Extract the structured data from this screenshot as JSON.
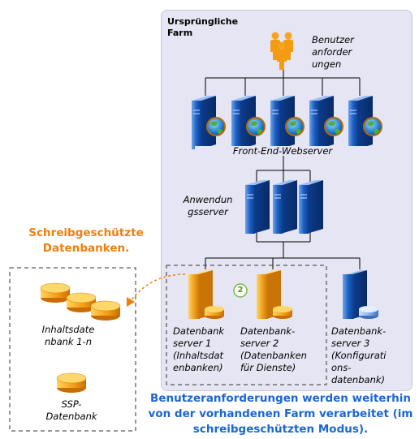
{
  "farm": {
    "title": "Ursprüngliche Farm",
    "users_label": "Benutzer anforder ungen",
    "frontend_label": "Front-End-Webserver",
    "app_label": "Anwendun gsserver",
    "db1_label": "Datenbank server 1 (Inhaltsdat enbanken)",
    "db2_label": "Datenbank-server 2 (Datenbanken für Dienste)",
    "db3_label": "Datenbank-server 3 (Konfigurati ons-datenbank)",
    "step_badge": "2"
  },
  "readonly": {
    "heading": "Schreibgeschützte Datenbanken.",
    "content_db_label": "Inhaltsdate nbank 1-n",
    "ssp_db_label": "SSP-Datenbank"
  },
  "caption": "Benutzeranforderungen werden weiterhin von der vorhandenen Farm verarbeitet (im schreibgeschützten Modus).",
  "colors": {
    "farm_background": "#e5e5f3",
    "accent_orange": "#f07f09",
    "caption_blue": "#1b66d4",
    "server_blue": "#1b5fc4",
    "server_orange": "#f0a21d"
  }
}
